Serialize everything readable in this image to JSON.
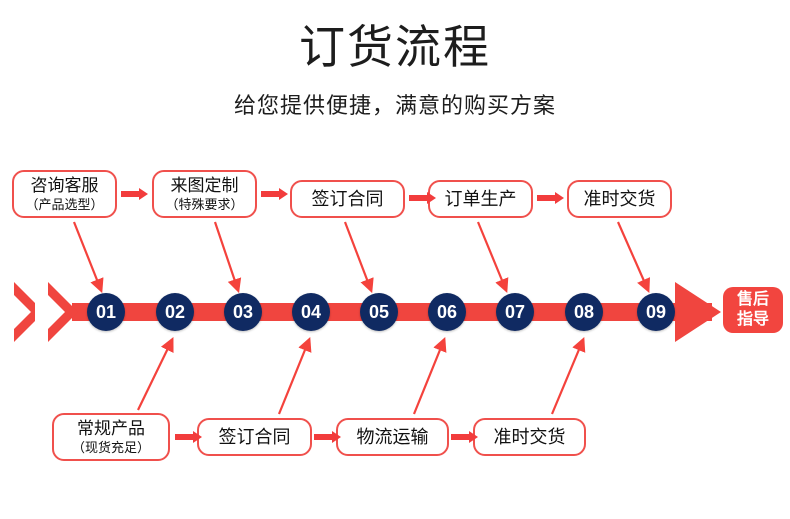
{
  "header": {
    "title": "订货流程",
    "subtitle": "给您提供便捷，满意的购买方案"
  },
  "colors": {
    "red": "#f0453f",
    "box_border": "#f0504c",
    "circle_navy": "#102a62",
    "text": "#1d1d1d",
    "white": "#ffffff"
  },
  "top_row": [
    {
      "line1": "咨询客服",
      "line2": "（产品选型）"
    },
    {
      "line1": "来图定制",
      "line2": "（特殊要求）"
    },
    {
      "line1": "签订合同",
      "line2": ""
    },
    {
      "line1": "订单生产",
      "line2": ""
    },
    {
      "line1": "准时交货",
      "line2": ""
    }
  ],
  "bottom_row": [
    {
      "line1": "常规产品",
      "line2": "（现货充足）"
    },
    {
      "line1": "签订合同",
      "line2": ""
    },
    {
      "line1": "物流运输",
      "line2": ""
    },
    {
      "line1": "准时交货",
      "line2": ""
    }
  ],
  "timeline": {
    "steps": [
      "01",
      "02",
      "03",
      "04",
      "05",
      "06",
      "07",
      "08",
      "09"
    ],
    "end_badge": {
      "line1": "售后",
      "line2": "指导"
    }
  }
}
